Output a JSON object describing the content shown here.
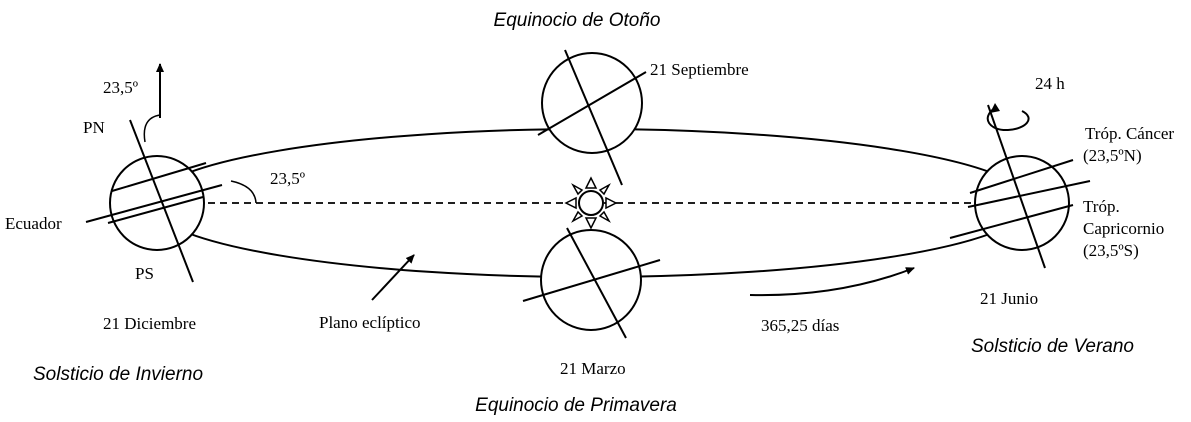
{
  "seasons": {
    "autumn": "Equinocio de Otoño",
    "spring": "Equinocio de Primavera",
    "winter": "Solsticio de Invierno",
    "summer": "Solsticio de Verano"
  },
  "dates": {
    "september": "21 Septiembre",
    "march": "21 Marzo",
    "december": "21 Diciembre",
    "june": "21 Junio"
  },
  "labels": {
    "tilt_axis": "23,5º",
    "tilt_plane": "23,5º",
    "north_pole": "PN",
    "south_pole": "PS",
    "equator": "Ecuador",
    "ecliptic_plane": "Plano eclíptico",
    "rotation": "24 h",
    "year": "365,25 días",
    "cancer_name": "Tróp. Cáncer",
    "cancer_lat": "(23,5ºN)",
    "capricorn_name": "Tróp.",
    "capricorn_name2": "Capricornio",
    "capricorn_lat": "(23,5ºS)"
  }
}
